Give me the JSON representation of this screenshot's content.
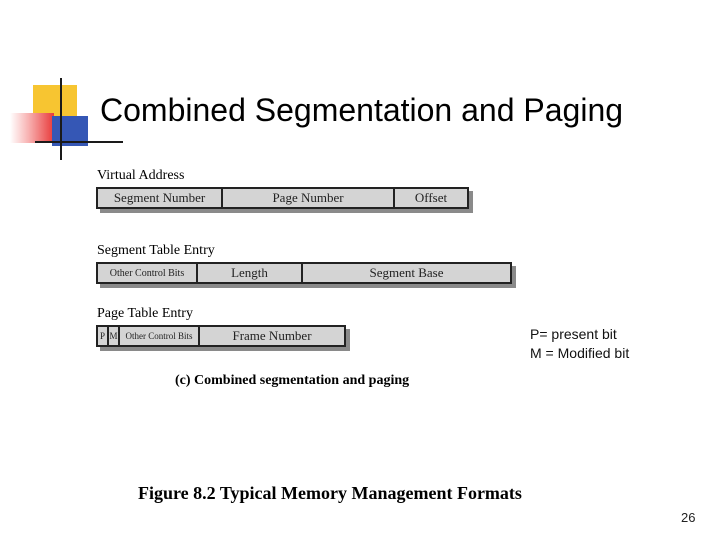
{
  "slide": {
    "title": "Combined Segmentation and Paging",
    "page_number": "26"
  },
  "diagram": {
    "virtual_address": {
      "label": "Virtual Address",
      "fields": [
        "Segment Number",
        "Page Number",
        "Offset"
      ]
    },
    "segment_table_entry": {
      "label": "Segment Table Entry",
      "fields": [
        "Other Control Bits",
        "Length",
        "Segment Base"
      ]
    },
    "page_table_entry": {
      "label": "Page Table Entry",
      "fields": [
        "P",
        "M",
        "Other Control Bits",
        "Frame Number"
      ]
    },
    "legend": {
      "p": "P= present bit",
      "m": "M = Modified bit"
    },
    "caption": "(c) Combined segmentation and paging",
    "figure_title": "Figure 8.2  Typical Memory Management Formats"
  },
  "colors": {
    "deco_yellow": "#f7c531",
    "deco_red": "#e83a3a",
    "deco_blue": "#3557b5",
    "field_fill": "#d4d4d4"
  }
}
